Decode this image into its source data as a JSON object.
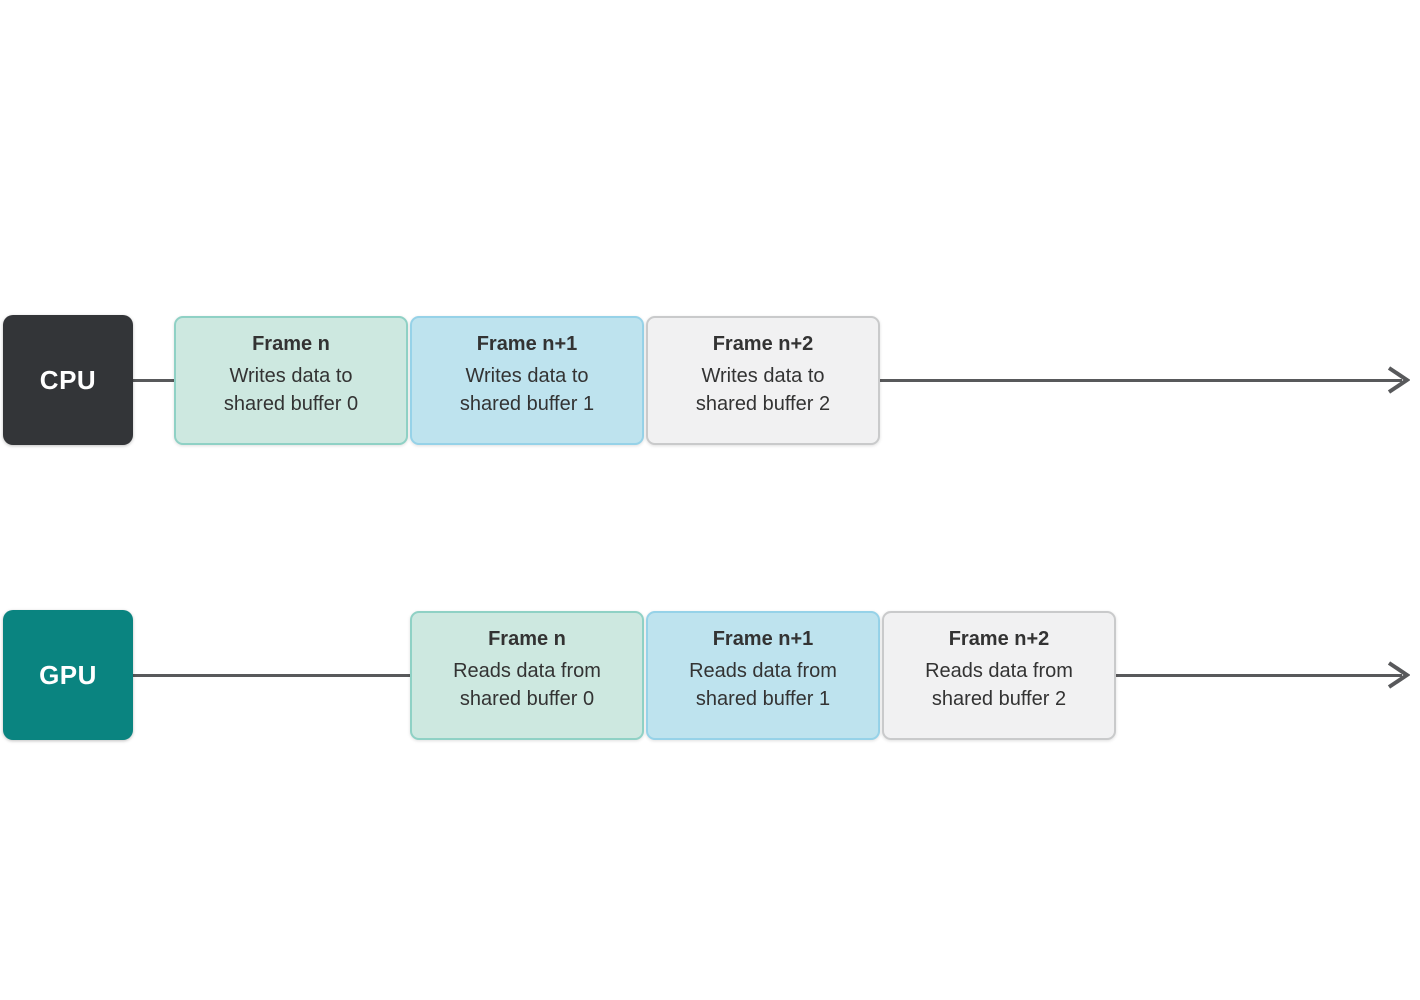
{
  "diagram": {
    "colors": {
      "cpu_box": "#333538",
      "gpu_box": "#0a8480",
      "frame_green_fill": "#cde8e0",
      "frame_green_border": "#8fd1c5",
      "frame_blue_fill": "#bee3ee",
      "frame_blue_border": "#96d2e8",
      "frame_gray_fill": "#f1f1f2",
      "frame_gray_border": "#c9cacb",
      "timeline": "#58595b",
      "text": "#333333",
      "label_text": "#ffffff"
    },
    "rows": [
      {
        "label": "CPU",
        "frames": [
          {
            "title": "Frame n",
            "lines": [
              "Writes data to",
              "shared buffer 0"
            ],
            "variant": "green"
          },
          {
            "title": "Frame n+1",
            "lines": [
              "Writes data to",
              "shared buffer 1"
            ],
            "variant": "blue"
          },
          {
            "title": "Frame n+2",
            "lines": [
              "Writes data to",
              "shared buffer 2"
            ],
            "variant": "gray"
          }
        ]
      },
      {
        "label": "GPU",
        "frames": [
          {
            "title": "Frame n",
            "lines": [
              "Reads data from",
              "shared buffer 0"
            ],
            "variant": "green"
          },
          {
            "title": "Frame n+1",
            "lines": [
              "Reads data from",
              "shared buffer 1"
            ],
            "variant": "blue"
          },
          {
            "title": "Frame n+2",
            "lines": [
              "Reads data from",
              "shared buffer 2"
            ],
            "variant": "gray"
          }
        ]
      }
    ]
  }
}
